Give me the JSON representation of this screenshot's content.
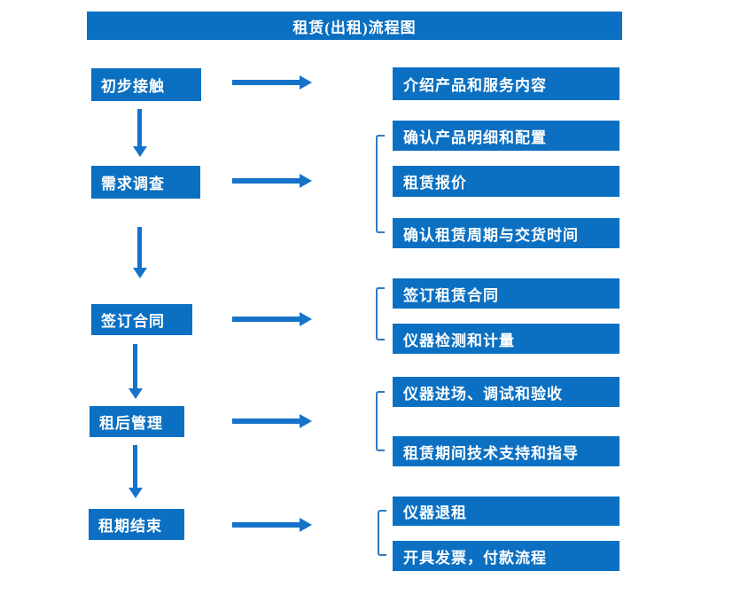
{
  "title": "租赁(出租)流程图",
  "colors": {
    "box_blue": "#0b70c2",
    "arrow_blue": "#1673ca",
    "bracket_blue": "#2e79c0",
    "text_white": "#ffffff",
    "background": "#ffffff"
  },
  "steps": [
    {
      "label": "初步接触",
      "details": [
        "介绍产品和服务内容"
      ]
    },
    {
      "label": "需求调查",
      "details": [
        "确认产品明细和配置",
        "租赁报价",
        "确认租赁周期与交货时间"
      ]
    },
    {
      "label": "签订合同",
      "details": [
        "签订租赁合同",
        "仪器检测和计量"
      ]
    },
    {
      "label": "租后管理",
      "details": [
        "仪器进场、调试和验收",
        "租赁期间技术支持和指导"
      ]
    },
    {
      "label": "租期结束",
      "details": [
        "仪器退租",
        "开具发票，付款流程"
      ]
    }
  ]
}
